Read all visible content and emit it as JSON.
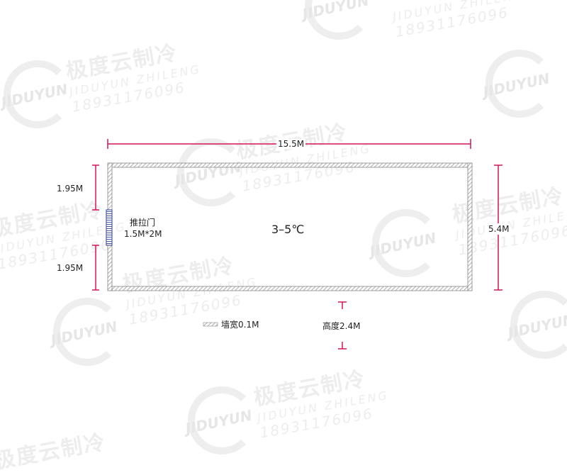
{
  "watermark": {
    "brand_cn": "极度云制冷",
    "brand_en": "JIDUYUN ZHILENG",
    "phone": "18931176096",
    "logo_text": "JIDUYUN"
  },
  "dimensions": {
    "length": "15.5M",
    "width": "5.4M",
    "door_offset_top": "1.95M",
    "door_offset_bottom": "1.95M"
  },
  "door": {
    "name": "推拉门",
    "size": "1.5M*2M"
  },
  "temperature": "3–5℃",
  "legend": {
    "wall": "墙宽0.1M",
    "height": "高度2.4M"
  },
  "colors": {
    "dimension_line": "#d4145a",
    "wall_hatch": "#999999",
    "door": "#4a5aa8"
  }
}
